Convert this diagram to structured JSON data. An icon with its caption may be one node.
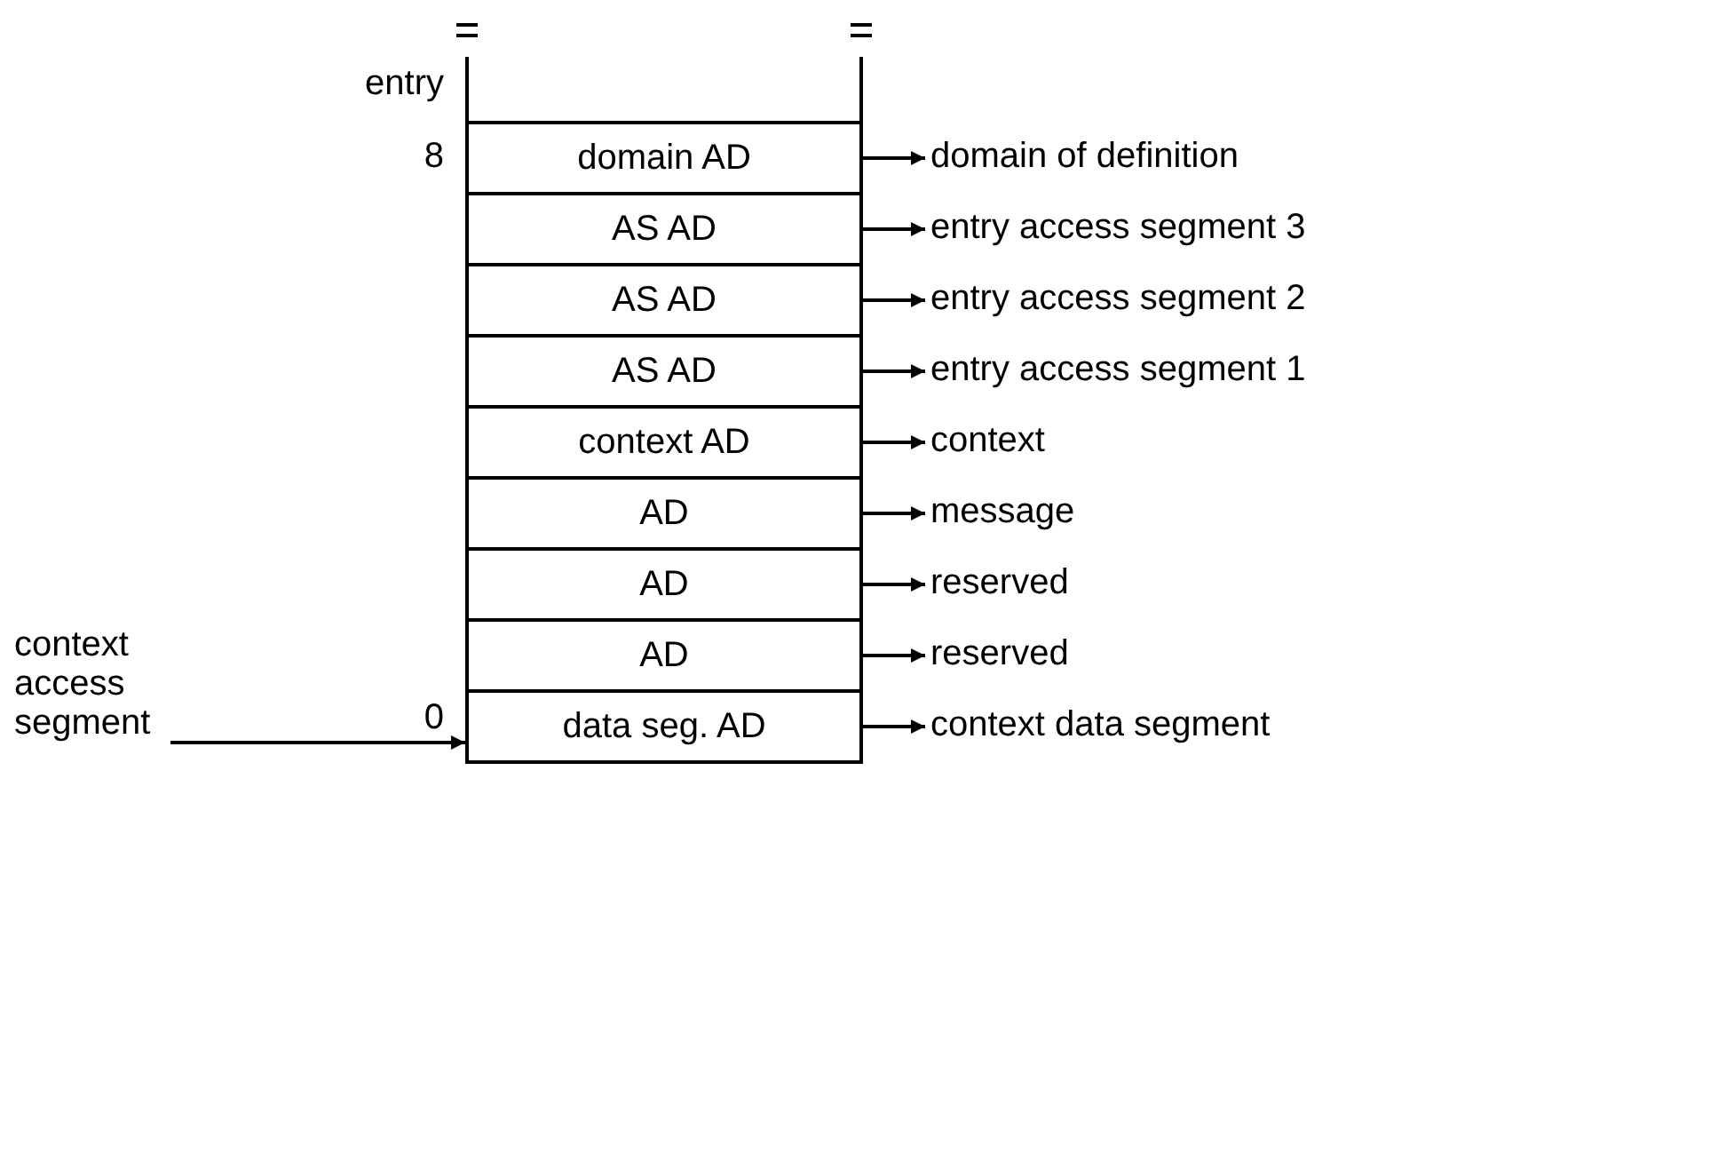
{
  "diagram": {
    "nodes": [
      {
        "text": [
          "domain AD"
        ],
        "beside": [
          "8"
        ]
      },
      {
        "text": [
          "AS AD"
        ]
      },
      {
        "text": [
          "AS AD"
        ]
      },
      {
        "text": [
          "AS AD"
        ]
      },
      {
        "text": [
          "context AD"
        ]
      },
      {
        "text": [
          "AD"
        ]
      },
      {
        "text": [
          "AD"
        ]
      },
      {
        "text": [
          "AD"
        ]
      },
      {
        "text": [
          "data seg. AD"
        ],
        "beside": [
          "0"
        ]
      },
      {
        "text": [
          "domain of definition"
        ]
      },
      {
        "text": [
          "entry access segment 3"
        ]
      },
      {
        "text": [
          "entry access segment 2"
        ]
      },
      {
        "text": [
          "entry access segment 1"
        ]
      },
      {
        "text": [
          "context"
        ]
      },
      {
        "text": [
          "message"
        ]
      },
      {
        "text": [
          "reserved"
        ]
      },
      {
        "text": [
          "reserved"
        ]
      },
      {
        "text": [
          "context data segment"
        ]
      },
      {
        "text": [
          "context access segment"
        ]
      }
    ],
    "edges": [
      {
        "from": 0,
        "to": 9,
        "arrow": "to"
      },
      {
        "from": 1,
        "to": 10,
        "arrow": "to"
      },
      {
        "from": 2,
        "to": 11,
        "arrow": "to"
      },
      {
        "from": 3,
        "to": 12,
        "arrow": "to"
      },
      {
        "from": 4,
        "to": 13,
        "arrow": "to"
      },
      {
        "from": 5,
        "to": 14,
        "arrow": "to"
      },
      {
        "from": 6,
        "to": 15,
        "arrow": "to"
      },
      {
        "from": 7,
        "to": 16,
        "arrow": "to"
      },
      {
        "from": 8,
        "to": 17,
        "arrow": "to"
      },
      {
        "from": 18,
        "to": 8,
        "arrow": "to"
      }
    ],
    "labels": [
      "entry"
    ]
  }
}
